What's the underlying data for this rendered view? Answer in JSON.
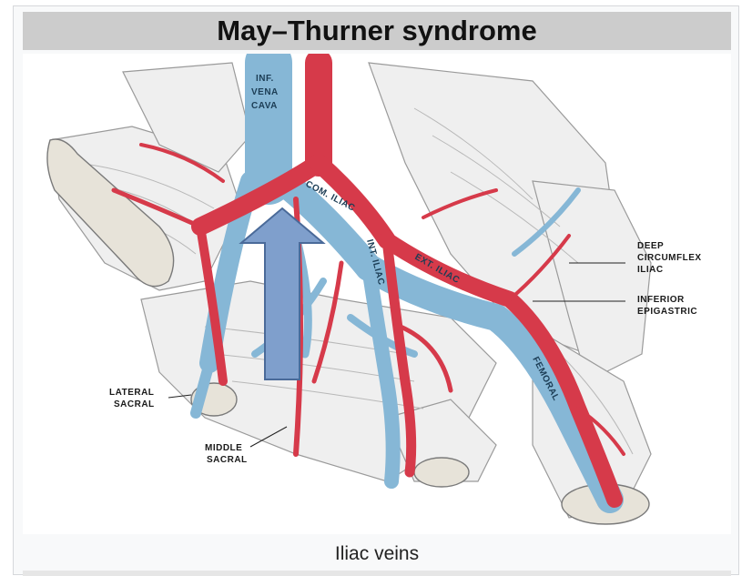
{
  "title": "May–Thurner syndrome",
  "caption": "Iliac veins",
  "colors": {
    "artery": "#d63a4a",
    "vein": "#86b7d6",
    "arrow_fill": "#7f9fcc",
    "arrow_stroke": "#4a6a99",
    "title_bg": "#cccccc"
  },
  "labels": {
    "ivc": [
      "INF.",
      "VENA",
      "CAVA"
    ],
    "com_iliac": "COM. ILIAC",
    "int_iliac": "INT. ILIAC",
    "ext_iliac": "EXT. ILIAC",
    "femoral": "FEMORAL",
    "deep_circumflex": [
      "DEEP",
      "CIRCUMFLEX",
      "ILIAC"
    ],
    "inferior_epigastric": [
      "INFERIOR",
      "EPIGASTRIC"
    ],
    "lateral_sacral": [
      "LATERAL",
      "SACRAL"
    ],
    "middle_sacral": [
      "MIDDLE",
      "SACRAL"
    ]
  },
  "arrow": {
    "direction": "up"
  }
}
